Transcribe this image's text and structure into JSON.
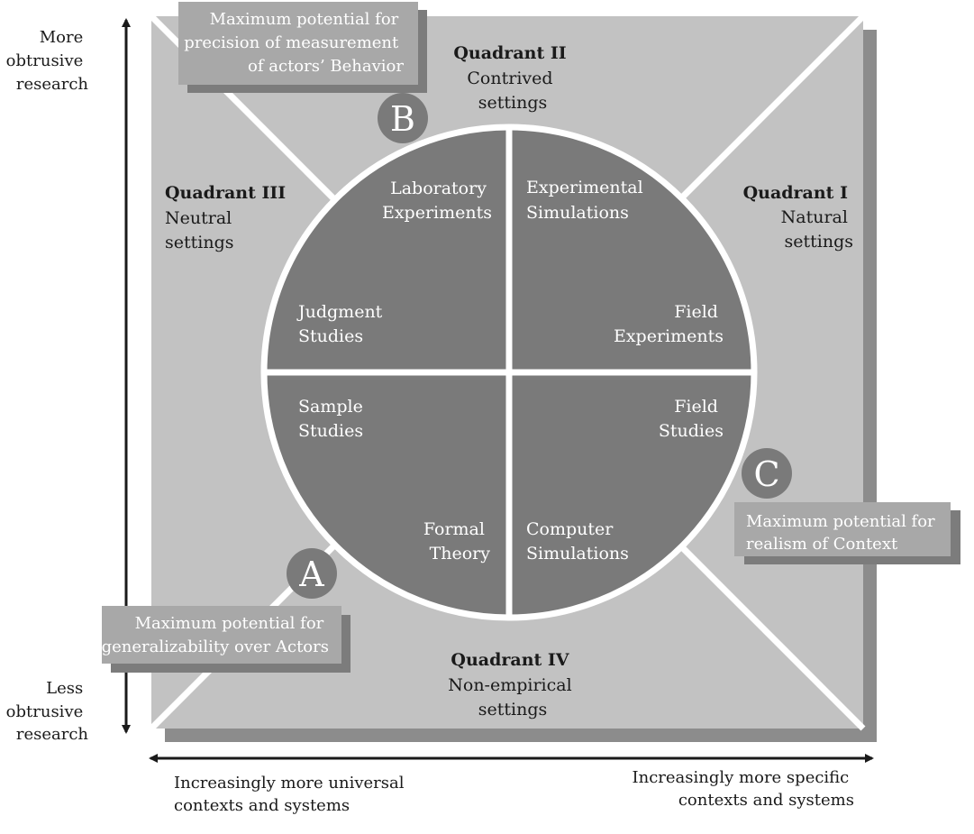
{
  "colors": {
    "background": "#ffffff",
    "square_shadow": "#8c8c8c",
    "square_fill": "#c2c2c2",
    "wheel_fill": "#7a7a7a",
    "wheel_lines": "#ffffff",
    "callout_fill": "#a8a8a8",
    "callout_shadow": "#7c7c7c",
    "badge_fill": "#7a7a7a",
    "arrows": "#1a1a1a",
    "text_dark": "#1a1a1a",
    "text_light": "#ffffff"
  },
  "vertical_axis": {
    "top_label": [
      "More",
      "obtrusive",
      "research"
    ],
    "bottom_label": [
      "Less",
      "obtrusive",
      "research"
    ]
  },
  "horizontal_axis": {
    "left_label": [
      "Increasingly more universal",
      "contexts and systems"
    ],
    "right_label": [
      "Increasingly more specific",
      "contexts and systems"
    ]
  },
  "quadrants": {
    "q1": {
      "title": "Quadrant I",
      "subtitle": [
        "Natural",
        "settings"
      ]
    },
    "q2": {
      "title": "Quadrant II",
      "subtitle": [
        "Contrived",
        "settings"
      ]
    },
    "q3": {
      "title": "Quadrant III",
      "subtitle": [
        "Neutral",
        "settings"
      ]
    },
    "q4": {
      "title": "Quadrant IV",
      "subtitle": [
        "Non-empirical",
        "settings"
      ]
    }
  },
  "segments": {
    "laboratory_experiments": [
      "Laboratory",
      "Experiments"
    ],
    "experimental_simulations": [
      "Experimental",
      "Simulations"
    ],
    "field_experiments": [
      "Field",
      "Experiments"
    ],
    "field_studies": [
      "Field",
      "Studies"
    ],
    "computer_simulations": [
      "Computer",
      "Simulations"
    ],
    "formal_theory": [
      "Formal",
      "Theory"
    ],
    "sample_studies": [
      "Sample",
      "Studies"
    ],
    "judgment_studies": [
      "Judgment",
      "Studies"
    ]
  },
  "badges": {
    "a": "A",
    "b": "B",
    "c": "C"
  },
  "callouts": {
    "b": [
      "Maximum potential for",
      "precision of measurement",
      "of actors’ Behavior"
    ],
    "a": [
      "Maximum potential for",
      "generalizability over Actors"
    ],
    "c": [
      "Maximum potential for",
      "realism of Context"
    ]
  }
}
